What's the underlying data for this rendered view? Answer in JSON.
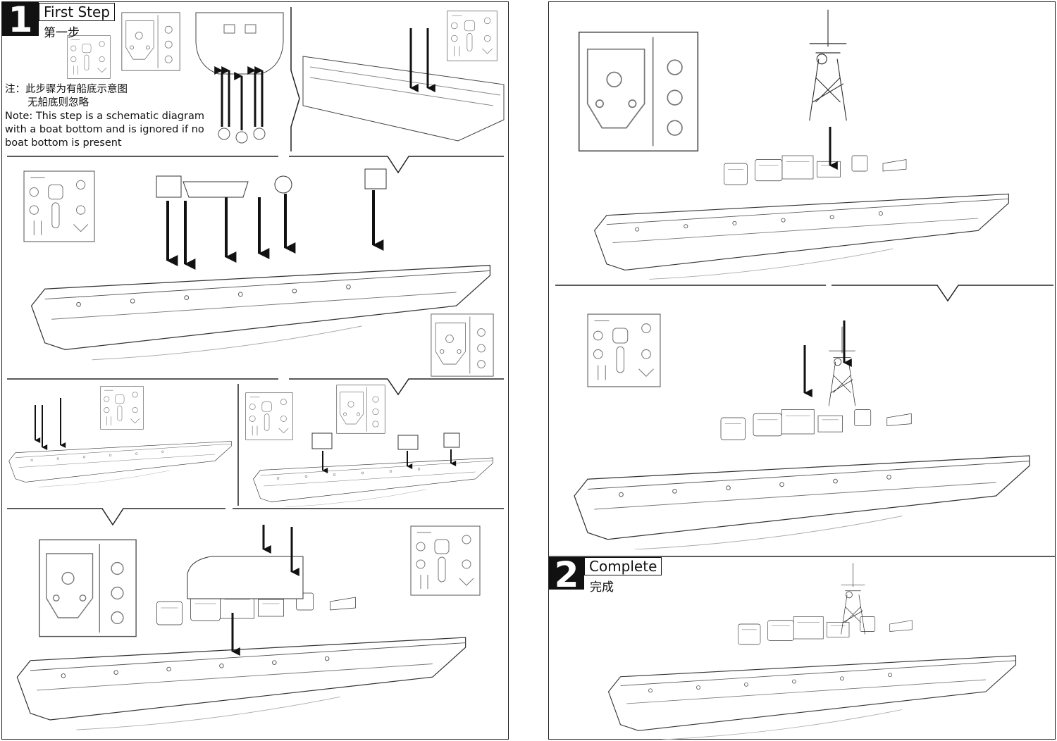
{
  "step1": {
    "number": "1",
    "title": "First Step",
    "title_cn": "第一步"
  },
  "note": {
    "cn_line1": "注：此步骤为有船底示意图",
    "cn_line2": "无船底则忽略",
    "en_line1": "Note: This step is a schematic diagram",
    "en_line2": "with a boat bottom and is ignored if no",
    "en_line3": "boat bottom is present"
  },
  "step2": {
    "number": "2",
    "title": "Complete",
    "title_cn": "完成"
  }
}
